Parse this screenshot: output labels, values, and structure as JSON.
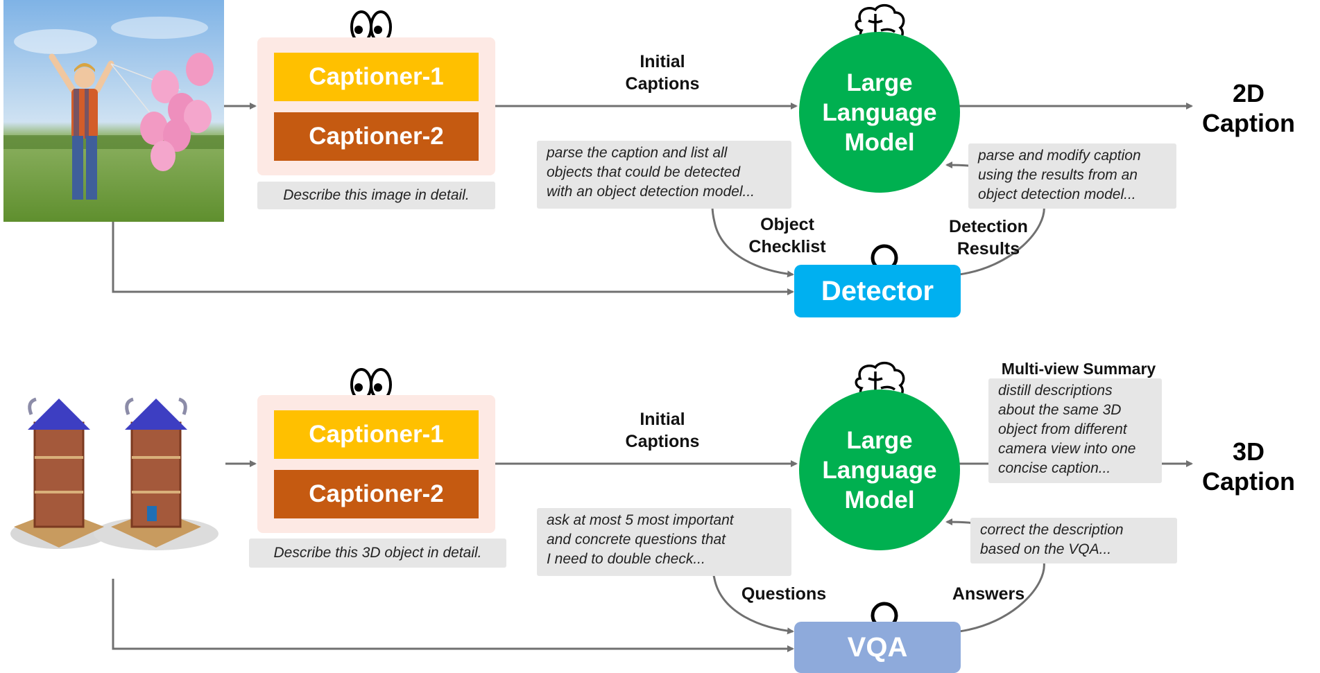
{
  "top": {
    "captioner1": "Captioner-1",
    "captioner2": "Captioner-2",
    "prompt": "Describe this image in detail.",
    "initial_captions": [
      "Initial",
      "Captions"
    ],
    "llm": [
      "Large",
      "Language",
      "Model"
    ],
    "output": [
      "2D",
      "Caption"
    ],
    "note_left": [
      "parse the caption and list all",
      "objects that could  be detected",
      "with an object detection model..."
    ],
    "note_right": [
      "parse and modify caption",
      "using the results from an",
      "object detection model..."
    ],
    "edge_left": [
      "Object",
      "Checklist"
    ],
    "edge_right": [
      "Detection",
      "Results"
    ],
    "tool": "Detector"
  },
  "bottom": {
    "captioner1": "Captioner-1",
    "captioner2": "Captioner-2",
    "prompt": "Describe this 3D object in detail.",
    "initial_captions": [
      "Initial",
      "Captions"
    ],
    "llm": [
      "Large",
      "Language",
      "Model"
    ],
    "output": [
      "3D",
      "Caption"
    ],
    "summary_title": "Multi-view Summary",
    "summary_note": [
      "distill descriptions",
      "about the same 3D",
      "object from different",
      "camera view into one",
      "concise caption..."
    ],
    "note_left": [
      "ask at most 5 most important",
      "and concrete questions that",
      "I need to double check..."
    ],
    "note_right": [
      "correct the description",
      "based on the VQA..."
    ],
    "edge_left": "Questions",
    "edge_right": "Answers",
    "tool": "VQA"
  },
  "colors": {
    "captioner1": "#ffc000",
    "captioner2": "#c55a11",
    "captioner_box": "#fde9e4",
    "llm": "#00b050",
    "detector": "#00b0f0",
    "vqa": "#8eaadb",
    "note_bg": "#e6e6e6",
    "arrow": "#707070"
  },
  "icons": [
    "eyes-icon",
    "brain-icon",
    "magnifier-icon",
    "child-with-balloons-photo",
    "3d-tower-render"
  ]
}
